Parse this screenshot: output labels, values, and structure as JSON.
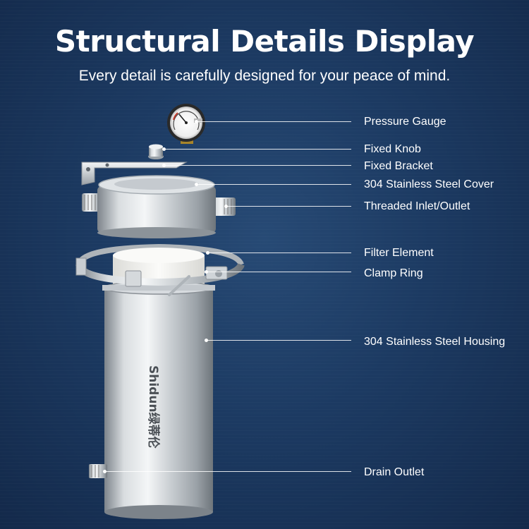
{
  "header": {
    "title": "Structural Details Display",
    "subtitle": "Every detail is carefully designed for your peace of mind."
  },
  "brand": {
    "logo_text": "Shidun绿蒂伦"
  },
  "callouts": [
    {
      "label": "Pressure Gauge"
    },
    {
      "label": "Fixed Knob"
    },
    {
      "label": "Fixed Bracket"
    },
    {
      "label": "304 Stainless Steel Cover"
    },
    {
      "label": "Threaded Inlet/Outlet"
    },
    {
      "label": "Filter Element"
    },
    {
      "label": "Clamp Ring"
    },
    {
      "label": "304 Stainless Steel Housing"
    },
    {
      "label": "Drain Outlet"
    }
  ],
  "colors": {
    "background": "#1c3a62",
    "steel_light": "#e8eaec",
    "steel_dark": "#8a9096",
    "filter_white": "#f4f4f2",
    "gauge_brass": "#c9a640"
  }
}
